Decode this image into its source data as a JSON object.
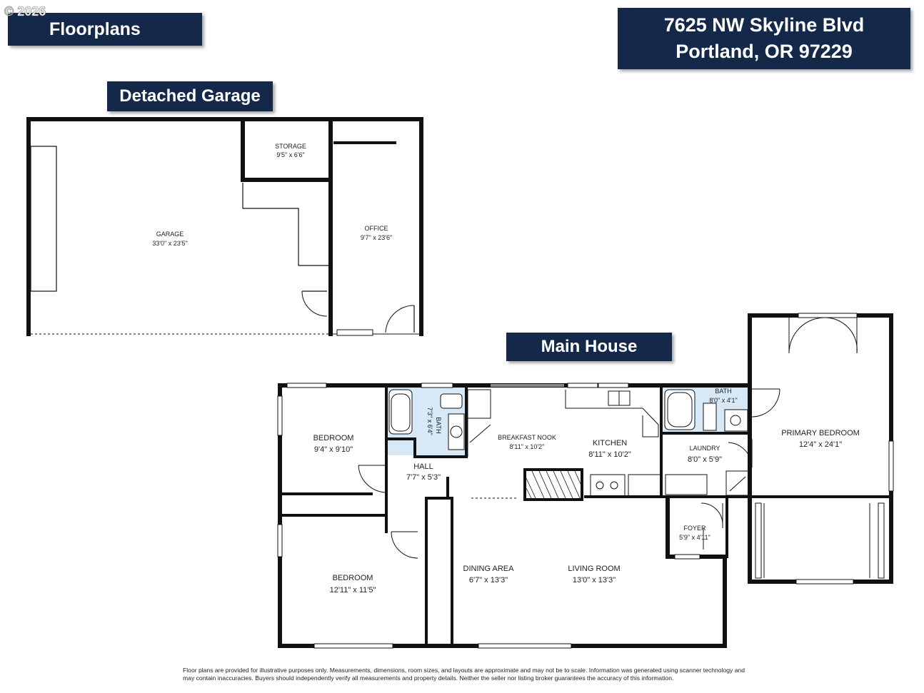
{
  "copyright": "© 2026",
  "headings": {
    "floorplans": "Floorplans",
    "address_line1": "7625 NW Skyline Blvd",
    "address_line2": "Portland, OR 97229",
    "detached_garage": "Detached Garage",
    "main_house": "Main House"
  },
  "garage_rooms": {
    "garage": {
      "name": "GARAGE",
      "dims": "33'0\" x 23'5\""
    },
    "storage": {
      "name": "STORAGE",
      "dims": "9'5\" x 6'6\""
    },
    "office": {
      "name": "OFFICE",
      "dims": "9'7\" x 23'6\""
    }
  },
  "house_rooms": {
    "bedroom1": {
      "name": "BEDROOM",
      "dims": "9'4\" x 9'10\""
    },
    "bath1": {
      "name": "BATH",
      "dims": "7'3\" x 6'4\""
    },
    "hall": {
      "name": "HALL",
      "dims": "7'7\" x 5'3\""
    },
    "breakfast_nook": {
      "name": "BREAKFAST NOOK",
      "dims": "8'11\" x 10'2\""
    },
    "kitchen": {
      "name": "KITCHEN",
      "dims": "8'11\" x 10'2\""
    },
    "bath2": {
      "name": "BATH",
      "dims": "8'0\" x 4'1\""
    },
    "laundry": {
      "name": "LAUNDRY",
      "dims": "8'0\" x 5'9\""
    },
    "primary_bedroom": {
      "name": "PRIMARY BEDROOM",
      "dims": "12'4\" x 24'1\""
    },
    "foyer": {
      "name": "FOYER",
      "dims": "5'9\" x 4'11\""
    },
    "bedroom2": {
      "name": "BEDROOM",
      "dims": "12'11\" x 11'5\""
    },
    "dining_area": {
      "name": "DINING AREA",
      "dims": "6'7\" x 13'3\""
    },
    "living_room": {
      "name": "LIVING ROOM",
      "dims": "13'0\" x 13'3\""
    }
  },
  "disclaimer_line1": "Floor plans are provided for illustrative purposes only. Measurements, dimensions, room sizes, and layouts are approximate and may not be to scale. Information was generated using scanner technology and",
  "disclaimer_line2": "may contain inaccuracies. Buyers should independently verify all measurements and property details. Neither the seller nor listing broker guarantees the accuracy of this information.",
  "colors": {
    "banner": "#14294a",
    "bath_fill": "#d7e8f7"
  }
}
